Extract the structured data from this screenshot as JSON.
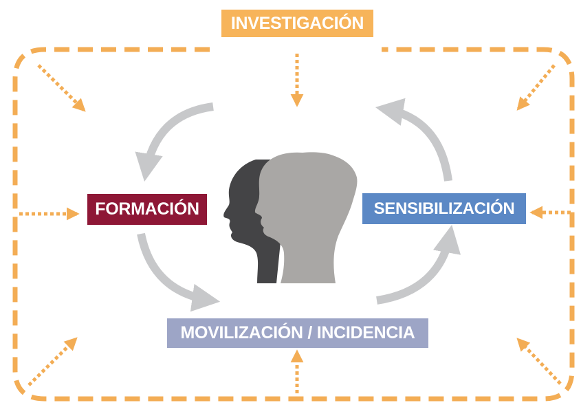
{
  "colors": {
    "investigacion": "#F7B45A",
    "formacion": "#8E1736",
    "sensibilizacion": "#5B88C5",
    "movilizacion": "#9DA5C6",
    "dash": "#F3AD55",
    "cycle_arrow": "#C7C8CA",
    "head_dark": "#444446",
    "head_light": "#A9A7A5"
  },
  "labels": {
    "investigacion": "INVESTIGACIÓN",
    "formacion": "FORMACIÓN",
    "sensibilizacion": "SENSIBILIZACIÓN",
    "movilizacion": "MOVILIZACIÓN / INCIDENCIA"
  },
  "icons": {
    "center": "two-heads-silhouette-icon",
    "cycle": "curved-arrow-icon",
    "influence": "dotted-arrow-icon"
  }
}
